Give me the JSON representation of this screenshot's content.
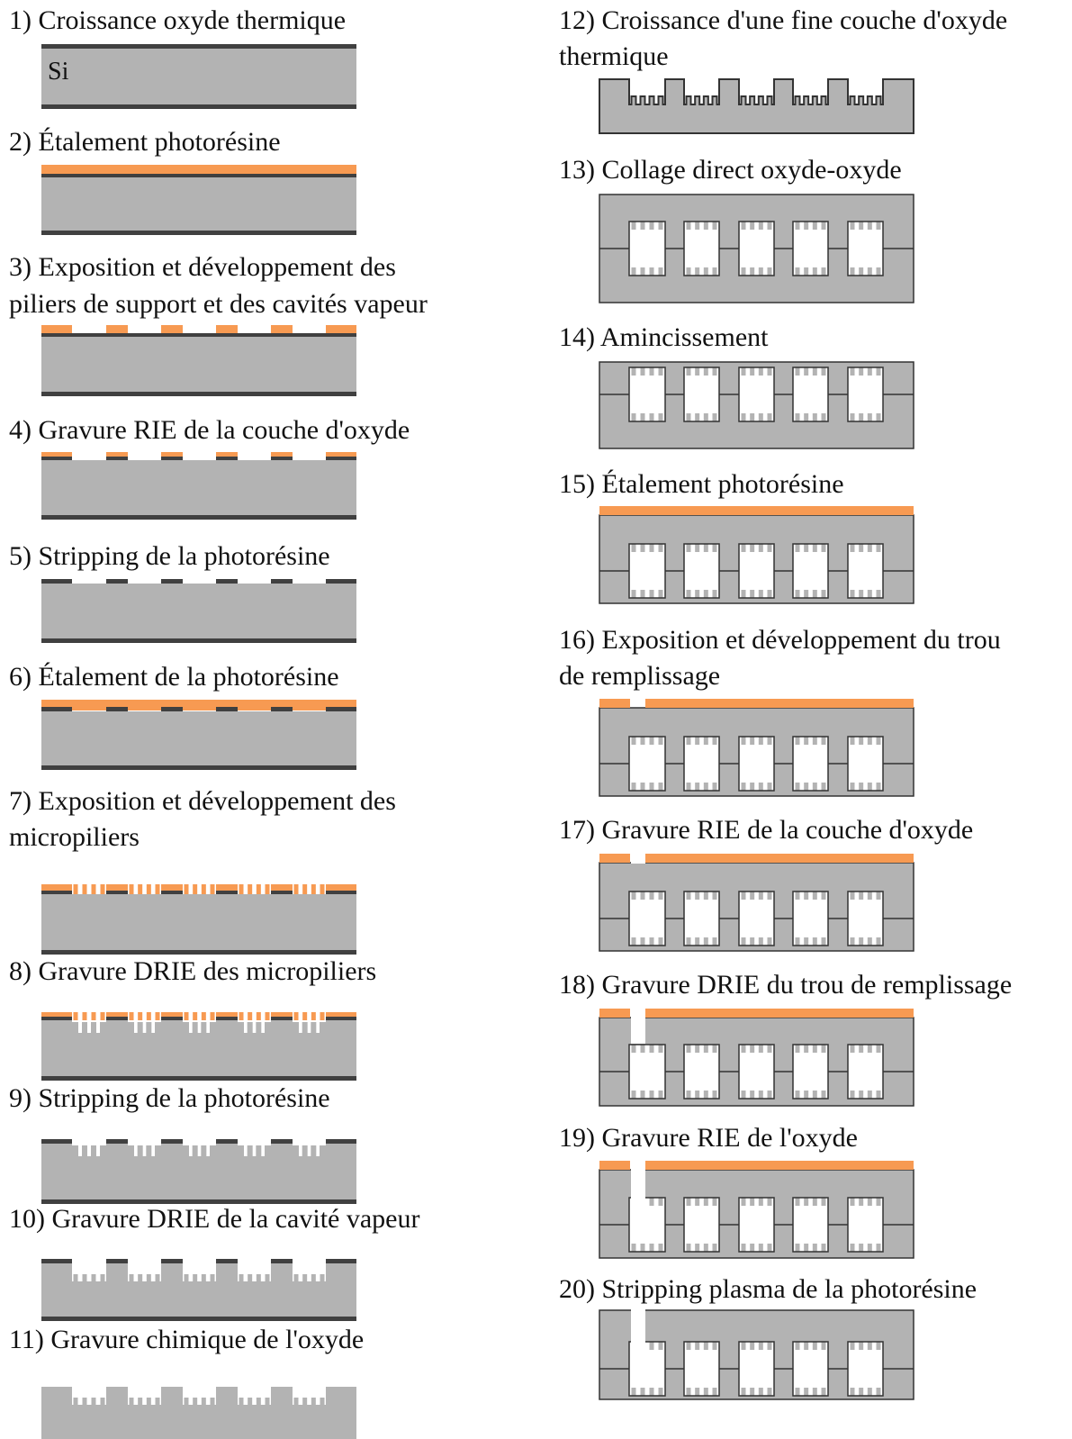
{
  "colors": {
    "silicon": "#b3b3b3",
    "oxide": "#404040",
    "photoresist": "#f79a52",
    "cavity": "#ffffff",
    "outline": "#333333"
  },
  "material_label": "Si",
  "steps": [
    {
      "label": "1) Croissance oxyde thermique"
    },
    {
      "label": "2) Étalement photorésine"
    },
    {
      "label": "3) Exposition et développement des",
      "label2": "piliers de support et des cavités vapeur"
    },
    {
      "label": "4) Gravure RIE de la couche d'oxyde"
    },
    {
      "label": "5) Stripping de la photorésine"
    },
    {
      "label": "6) Étalement de la photorésine"
    },
    {
      "label": "7) Exposition et développement des",
      "label2": "micropiliers"
    },
    {
      "label": "8) Gravure DRIE des micropiliers"
    },
    {
      "label": "9) Stripping de la photorésine"
    },
    {
      "label": "10) Gravure DRIE de la cavité vapeur"
    },
    {
      "label": "11) Gravure chimique de l'oxyde"
    },
    {
      "label": "12) Croissance d'une fine couche d'oxyde",
      "label2": "thermique"
    },
    {
      "label": "13) Collage direct oxyde-oxyde"
    },
    {
      "label": "14) Amincissement"
    },
    {
      "label": "15) Étalement photorésine"
    },
    {
      "label": "16) Exposition et développement du trou",
      "label2": "de remplissage"
    },
    {
      "label": "17) Gravure RIE de la couche d'oxyde"
    },
    {
      "label": "18) Gravure DRIE du trou de remplissage"
    },
    {
      "label": "19) Gravure RIE de l'oxyde"
    },
    {
      "label": "20) Stripping plasma de la photorésine"
    }
  ]
}
